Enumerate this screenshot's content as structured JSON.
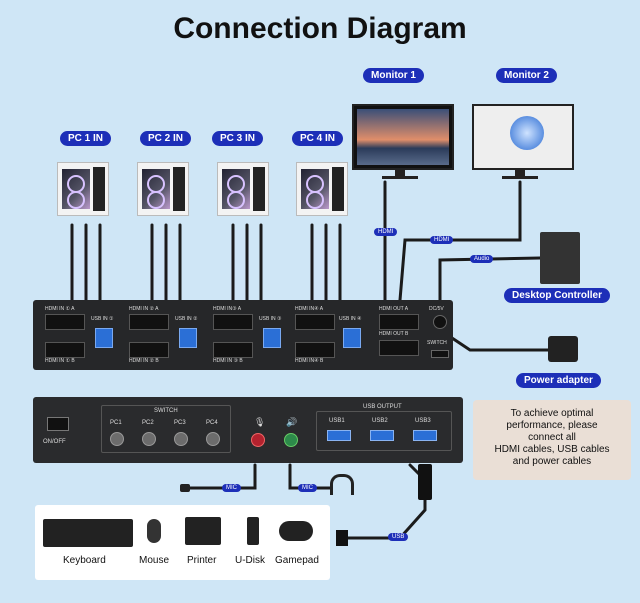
{
  "title": "Connection Diagram",
  "monitors": [
    "Monitor 1",
    "Monitor 2"
  ],
  "pc_inputs": [
    "PC 1 IN",
    "PC 2 IN",
    "PC 3 IN",
    "PC 4 IN"
  ],
  "front_panel": {
    "hdmi_a_labels": [
      "HDMI IN ① A",
      "HDMI IN ② A",
      "HDMI IN③ A",
      "HDMI IN④ A"
    ],
    "hdmi_b_labels": [
      "HDMI IN ① B",
      "HDMI IN ② B",
      "HDMI IN ③ B",
      "HDMI IN④ B"
    ],
    "usb_in_labels": [
      "USB IN ①",
      "USB IN ②",
      "USB IN ③",
      "USB IN ④"
    ],
    "hdmi_out_a": "HDMI OUT A",
    "hdmi_out_b": "HDMI OUT B",
    "power_label": "DC/5V",
    "switch_label": "SWITCH"
  },
  "back_panel": {
    "on_off": "ON/OFF",
    "switch_title": "SWITCH",
    "pc_buttons": [
      "PC1",
      "PC2",
      "PC3",
      "PC4"
    ],
    "usb_output_title": "USB OUTPUT",
    "usb_ports": [
      "USB1",
      "USB2",
      "USB3"
    ]
  },
  "cable_tags": {
    "hdmi1": "HDMI",
    "hdmi2": "HDMI",
    "audio": "Audio",
    "mic": "MIC",
    "mic2": "MIC",
    "usb": "USB"
  },
  "desktop_controller": "Desktop Controller",
  "power_adapter": "Power adapter",
  "note_lines": [
    "To achieve optimal",
    "performance, please",
    "connect all",
    "HDMI cables, USB cables",
    "and power cables"
  ],
  "devices": [
    "Keyboard",
    "Mouse",
    "Printer",
    "U-Disk",
    "Gamepad"
  ],
  "colors": {
    "background": "#cfe6f6",
    "accent": "#1d2fb8",
    "device_body": "#262729",
    "usb_port": "#2b6fd6",
    "note_bg": "#eadfd6"
  }
}
